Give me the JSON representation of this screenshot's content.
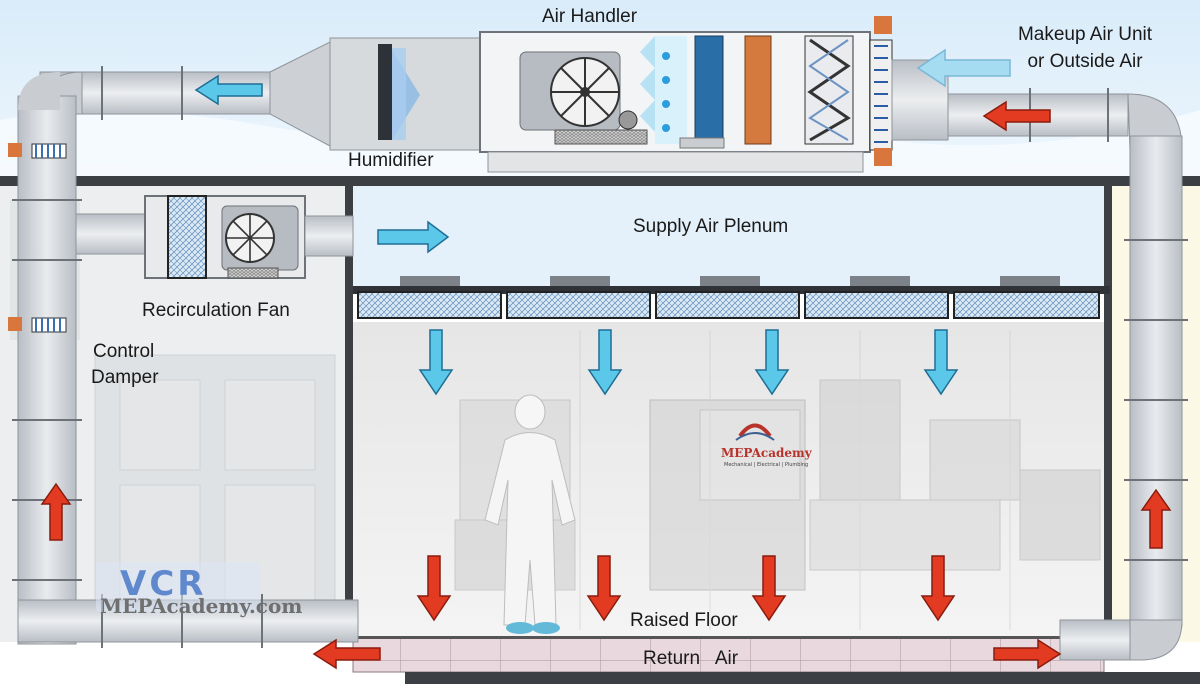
{
  "labels": {
    "air_handler": "Air Handler",
    "makeup_air_line1": "Makeup Air Unit",
    "makeup_air_line2": "or Outside Air",
    "humidifier": "Humidifier",
    "supply_air_plenum": "Supply Air Plenum",
    "recirculation_fan": "Recirculation Fan",
    "control_damper_line1": "Control",
    "control_damper_line2": "Damper",
    "raised_floor": "Raised Floor",
    "return_air": "Return   Air"
  },
  "logos": {
    "vcr": "VCR",
    "mepacademy_url": "MEPAcademy.com",
    "badge_name": "MEPAcademy",
    "badge_sub": "Mechanical | Electrical | Plumbing"
  },
  "colors": {
    "supply_arrow": "#5bc8ea",
    "return_arrow": "#e23b22",
    "duct": "#d2d6db",
    "filter_hatch": "#8fb4d8",
    "sky": "#cfe6f7"
  }
}
